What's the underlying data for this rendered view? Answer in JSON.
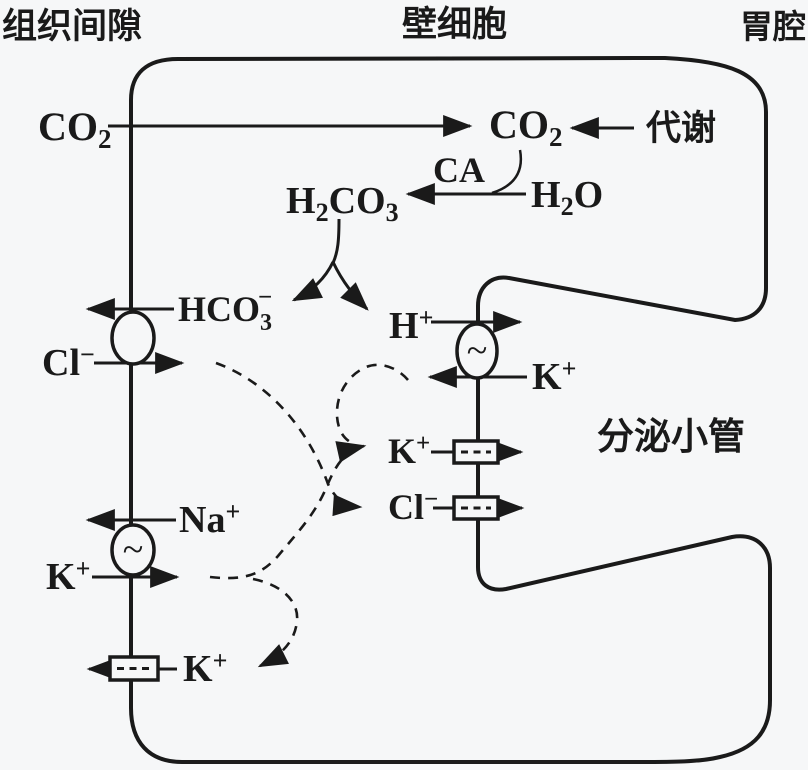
{
  "regions": {
    "interstitium": "组织间隙",
    "parietal_cell": "壁细胞",
    "gastric_lumen": "胃腔",
    "secretory_canaliculus": "分泌小管"
  },
  "labels": {
    "metabolism": "代谢",
    "carbonic_anhydrase": "CA",
    "pump_symbol": "~"
  },
  "molecules": {
    "co2": {
      "base": "CO",
      "sub": "2"
    },
    "h2o": {
      "h": "H",
      "sub": "2",
      "o": "O"
    },
    "h2co3": {
      "h": "H",
      "sub2": "2",
      "co": "CO",
      "sub3": "3"
    },
    "hco3": {
      "base": "HCO",
      "sub": "3",
      "sup": "−"
    },
    "h_ion": {
      "base": "H",
      "sup": "+"
    },
    "k_ion": {
      "base": "K",
      "sup": "+"
    },
    "na_ion": {
      "base": "Na",
      "sup": "+"
    },
    "cl_ion": {
      "base": "Cl",
      "sup": "−"
    }
  },
  "colors": {
    "ink": "#1a1a1a",
    "background": "#f6f7f8"
  }
}
